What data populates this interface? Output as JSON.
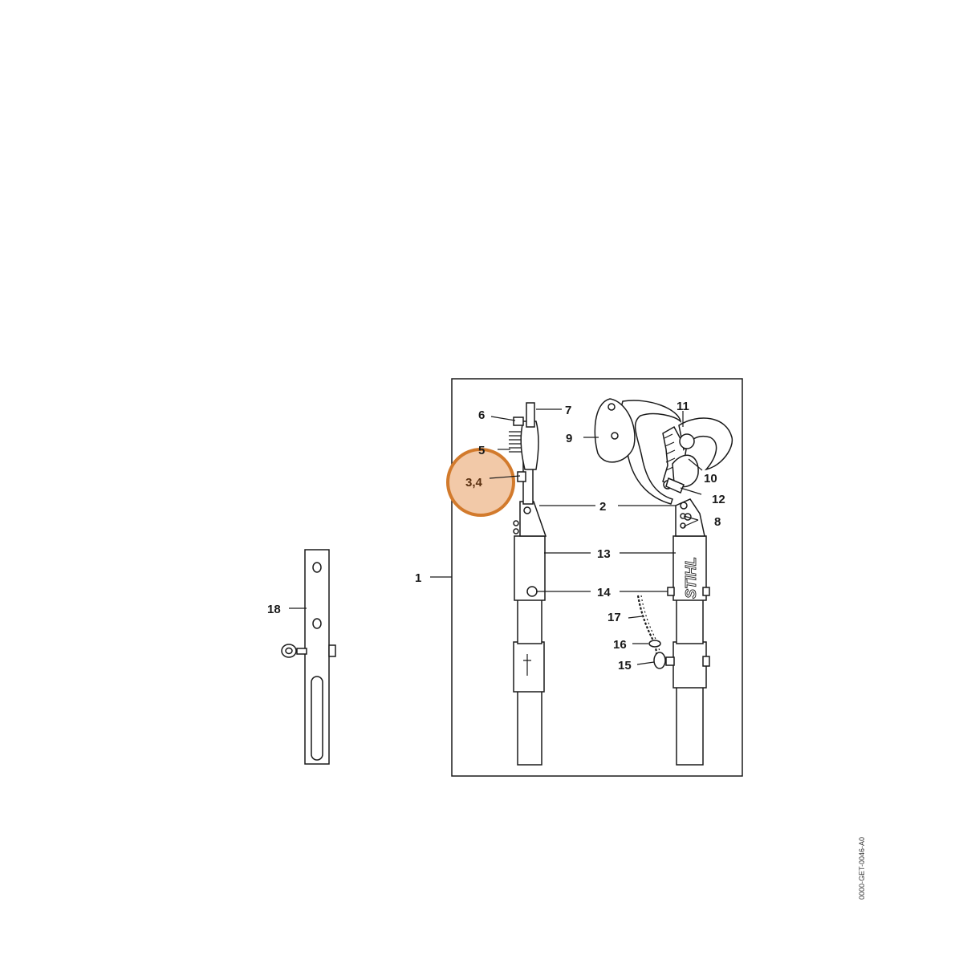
{
  "diagram": {
    "highlight_color": "#d27a2c",
    "highlight_fill": "#f2c9a8",
    "doc_id": "0000-GET-0046-A0",
    "brand_text": "STIHL",
    "callouts": {
      "c1": "1",
      "c2": "2",
      "c34": "3,4",
      "c5": "5",
      "c6": "6",
      "c7": "7",
      "c8": "8",
      "c9": "9",
      "c10": "10",
      "c11": "11",
      "c12": "12",
      "c13": "13",
      "c14": "14",
      "c15": "15",
      "c16": "16",
      "c17": "17",
      "c18": "18"
    }
  }
}
